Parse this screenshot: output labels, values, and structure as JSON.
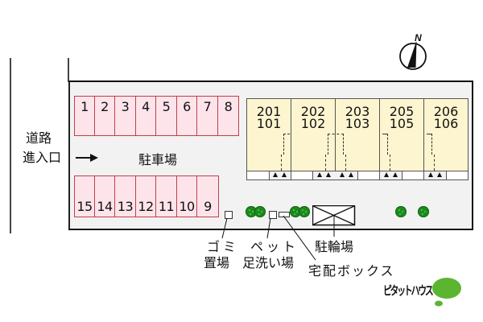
{
  "road": {
    "line1": "道路",
    "line2": "進入口",
    "arrow": "→"
  },
  "parking": {
    "label": "駐車場",
    "top_row": [
      "1",
      "2",
      "3",
      "4",
      "5",
      "6",
      "7",
      "8"
    ],
    "bottom_row": [
      "15",
      "14",
      "13",
      "12",
      "11",
      "10",
      "9"
    ]
  },
  "building": {
    "units": [
      {
        "upper": "201",
        "lower": "101"
      },
      {
        "upper": "202",
        "lower": "102"
      },
      {
        "upper": "203",
        "lower": "103"
      },
      {
        "upper": "205",
        "lower": "105"
      },
      {
        "upper": "206",
        "lower": "106"
      }
    ]
  },
  "facilities": {
    "garbage": {
      "line1": "ゴミ",
      "line2": "置場"
    },
    "pet_wash": {
      "line1": "ペット",
      "line2": "足洗い場"
    },
    "delivery_box": "宅配ボックス",
    "bicycle_parking": "駐輪場"
  },
  "compass": {
    "north": "N"
  },
  "brand": {
    "name": "ピタットハウス",
    "color": "#5cb531"
  },
  "colors": {
    "parking_fill": "#fde4ea",
    "parking_border": "#c0404a",
    "unit_fill": "#fdf5cf",
    "site_fill": "#f2f2f2",
    "tree": "#1d8a1d"
  }
}
